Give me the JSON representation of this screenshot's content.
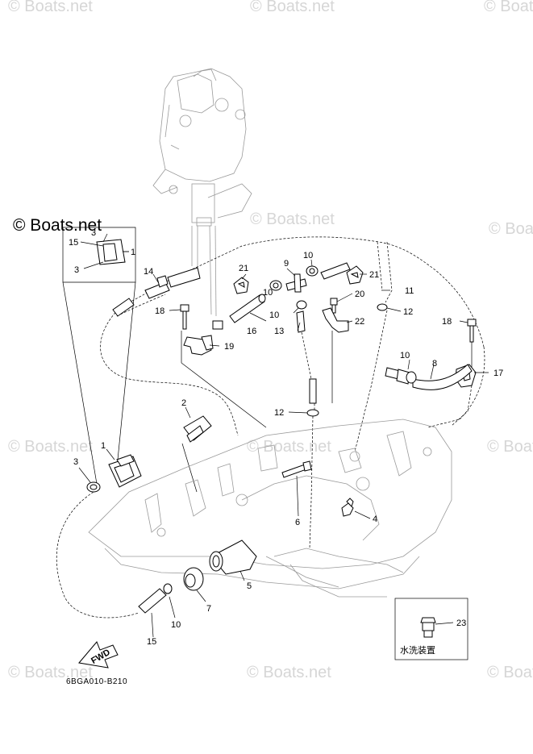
{
  "watermark": "© Boats.net",
  "main_watermark": "© Boats.net",
  "drawing_code": "6BGA010-B210",
  "fwd_label": "FWD",
  "inset_caption": "水洗装置",
  "callouts": {
    "c1": "1",
    "c2": "2",
    "c3": "3",
    "c4": "4",
    "c5": "5",
    "c6": "6",
    "c7": "7",
    "c8": "8",
    "c9": "9",
    "c10": "10",
    "c11": "11",
    "c12": "12",
    "c13": "13",
    "c14": "14",
    "c15": "15",
    "c16": "16",
    "c17": "17",
    "c18": "18",
    "c19": "19",
    "c20": "20",
    "c21": "21",
    "c22": "22",
    "c23": "23"
  }
}
